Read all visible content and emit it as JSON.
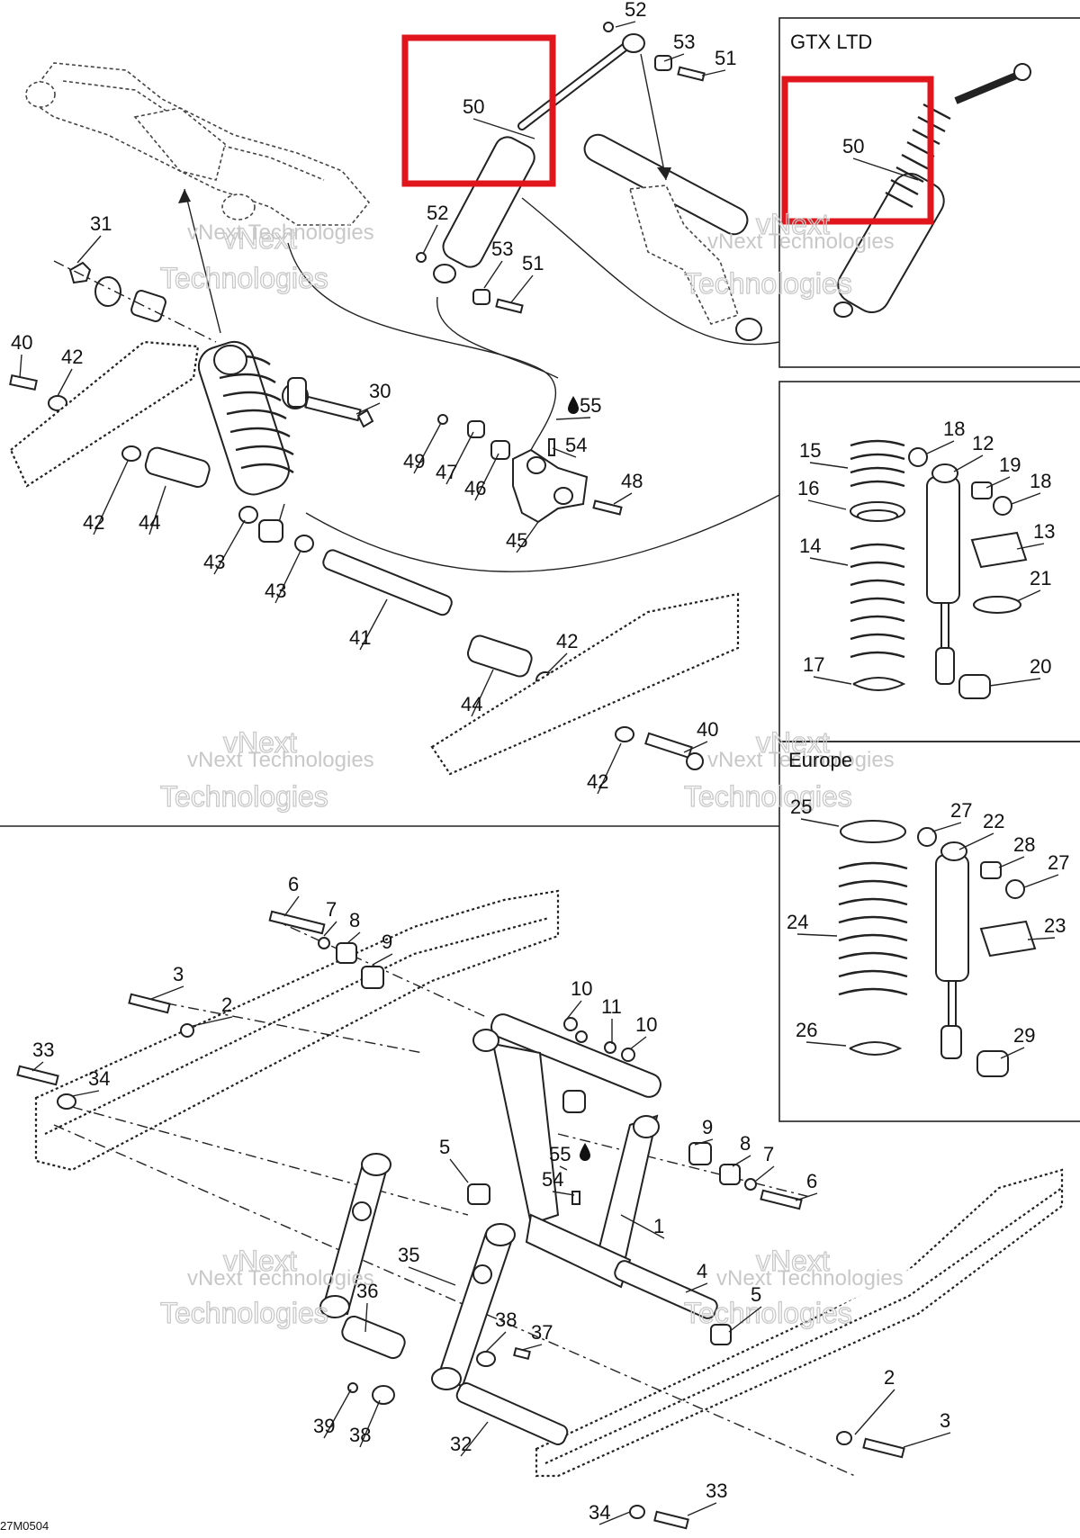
{
  "boxes": {
    "gtx": "GTX LTD",
    "europe": "Europe"
  },
  "footer_code": "27M0504",
  "watermark": {
    "line1": "vNext",
    "line2": "vNext Technologies",
    "line3": "Technologies"
  },
  "highlight_color": "#e1161c",
  "labels": [
    {
      "id": "l52a",
      "text": "52"
    },
    {
      "id": "l53a",
      "text": "53"
    },
    {
      "id": "l51a",
      "text": "51"
    },
    {
      "id": "l50a",
      "text": "50"
    },
    {
      "id": "l50b",
      "text": "50"
    },
    {
      "id": "l31",
      "text": "31"
    },
    {
      "id": "l52b",
      "text": "52"
    },
    {
      "id": "l53b",
      "text": "53"
    },
    {
      "id": "l51b",
      "text": "51"
    },
    {
      "id": "l40a",
      "text": "40"
    },
    {
      "id": "l42a",
      "text": "42"
    },
    {
      "id": "l30",
      "text": "30"
    },
    {
      "id": "l55a",
      "text": "55"
    },
    {
      "id": "l54a",
      "text": "54"
    },
    {
      "id": "l49",
      "text": "49"
    },
    {
      "id": "l47",
      "text": "47"
    },
    {
      "id": "l46",
      "text": "46"
    },
    {
      "id": "l48",
      "text": "48"
    },
    {
      "id": "l45",
      "text": "45"
    },
    {
      "id": "l42b",
      "text": "42"
    },
    {
      "id": "l44a",
      "text": "44"
    },
    {
      "id": "l43a",
      "text": "43"
    },
    {
      "id": "l43b",
      "text": "43"
    },
    {
      "id": "l41",
      "text": "41"
    },
    {
      "id": "l42c",
      "text": "42"
    },
    {
      "id": "l44b",
      "text": "44"
    },
    {
      "id": "l40b",
      "text": "40"
    },
    {
      "id": "l42d",
      "text": "42"
    },
    {
      "id": "l15",
      "text": "15"
    },
    {
      "id": "l18a",
      "text": "18"
    },
    {
      "id": "l12",
      "text": "12"
    },
    {
      "id": "l19",
      "text": "19"
    },
    {
      "id": "l18b",
      "text": "18"
    },
    {
      "id": "l16",
      "text": "16"
    },
    {
      "id": "l13",
      "text": "13"
    },
    {
      "id": "l14",
      "text": "14"
    },
    {
      "id": "l21",
      "text": "21"
    },
    {
      "id": "l17",
      "text": "17"
    },
    {
      "id": "l20",
      "text": "20"
    },
    {
      "id": "l25",
      "text": "25"
    },
    {
      "id": "l27a",
      "text": "27"
    },
    {
      "id": "l22",
      "text": "22"
    },
    {
      "id": "l28",
      "text": "28"
    },
    {
      "id": "l27b",
      "text": "27"
    },
    {
      "id": "l24",
      "text": "24"
    },
    {
      "id": "l23",
      "text": "23"
    },
    {
      "id": "l26",
      "text": "26"
    },
    {
      "id": "l29",
      "text": "29"
    },
    {
      "id": "l6a",
      "text": "6"
    },
    {
      "id": "l7a",
      "text": "7"
    },
    {
      "id": "l8a",
      "text": "8"
    },
    {
      "id": "l9a",
      "text": "9"
    },
    {
      "id": "l3a",
      "text": "3"
    },
    {
      "id": "l2a",
      "text": "2"
    },
    {
      "id": "l10a",
      "text": "10"
    },
    {
      "id": "l11",
      "text": "11"
    },
    {
      "id": "l10b",
      "text": "10"
    },
    {
      "id": "l33a",
      "text": "33"
    },
    {
      "id": "l34a",
      "text": "34"
    },
    {
      "id": "l9b",
      "text": "9"
    },
    {
      "id": "l8b",
      "text": "8"
    },
    {
      "id": "l7b",
      "text": "7"
    },
    {
      "id": "l6b",
      "text": "6"
    },
    {
      "id": "l5a",
      "text": "5"
    },
    {
      "id": "l55b",
      "text": "55"
    },
    {
      "id": "l54b",
      "text": "54"
    },
    {
      "id": "l1",
      "text": "1"
    },
    {
      "id": "l35",
      "text": "35"
    },
    {
      "id": "l4",
      "text": "4"
    },
    {
      "id": "l5b",
      "text": "5"
    },
    {
      "id": "l36",
      "text": "36"
    },
    {
      "id": "l38a",
      "text": "38"
    },
    {
      "id": "l37",
      "text": "37"
    },
    {
      "id": "l39",
      "text": "39"
    },
    {
      "id": "l38b",
      "text": "38"
    },
    {
      "id": "l32",
      "text": "32"
    },
    {
      "id": "l2b",
      "text": "2"
    },
    {
      "id": "l3b",
      "text": "3"
    },
    {
      "id": "l34b",
      "text": "34"
    },
    {
      "id": "l33b",
      "text": "33"
    }
  ]
}
